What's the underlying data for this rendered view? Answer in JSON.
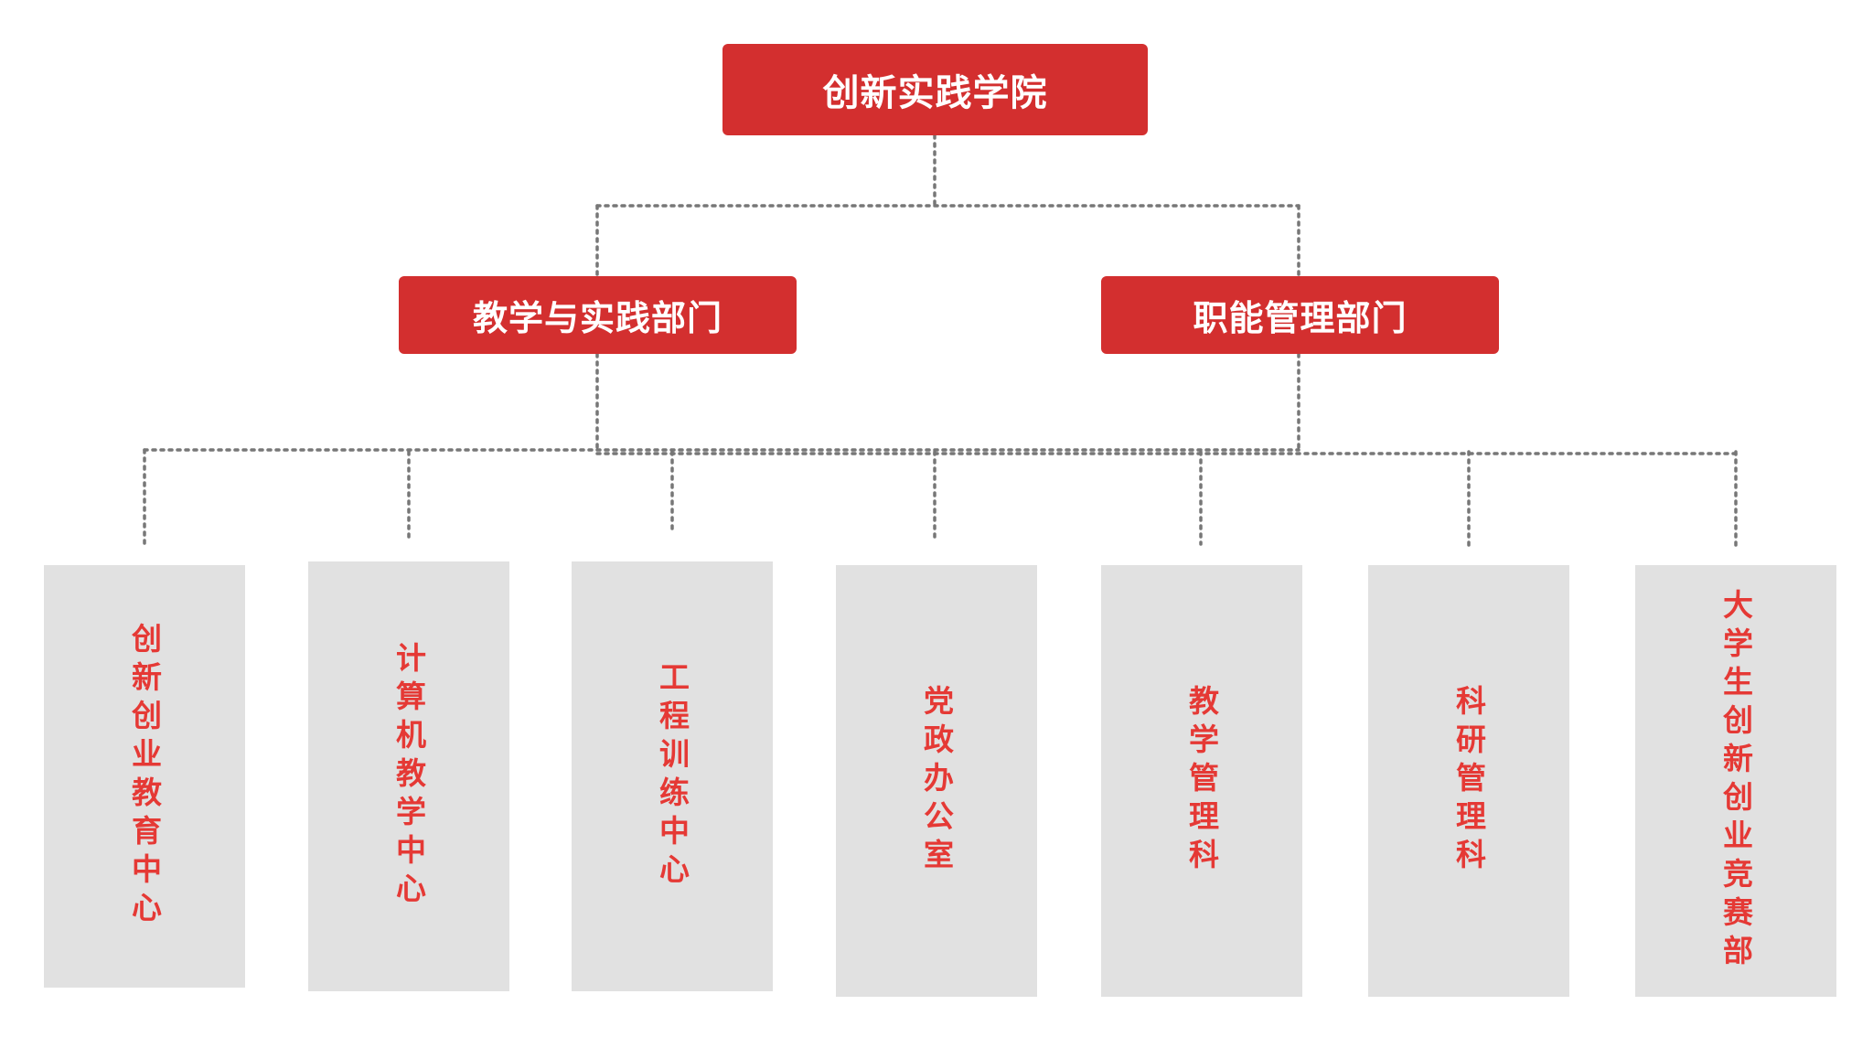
{
  "root": {
    "label": "创新实践学院"
  },
  "departments": [
    {
      "label": "教学与实践部门"
    },
    {
      "label": "职能管理部门"
    }
  ],
  "units": [
    {
      "label": "创新创业教育中心"
    },
    {
      "label": "计算机教学中心"
    },
    {
      "label": "工程训练中心"
    },
    {
      "label": "党政办公室"
    },
    {
      "label": "教学管理科"
    },
    {
      "label": "科研管理科"
    },
    {
      "label": "大学生创新创业竞赛部"
    }
  ],
  "colors": {
    "node_fill": "#d32f2f",
    "node_text": "#ffffff",
    "leaf_fill": "#e1e1e1",
    "leaf_text": "#e53935",
    "connector": "#777777"
  }
}
